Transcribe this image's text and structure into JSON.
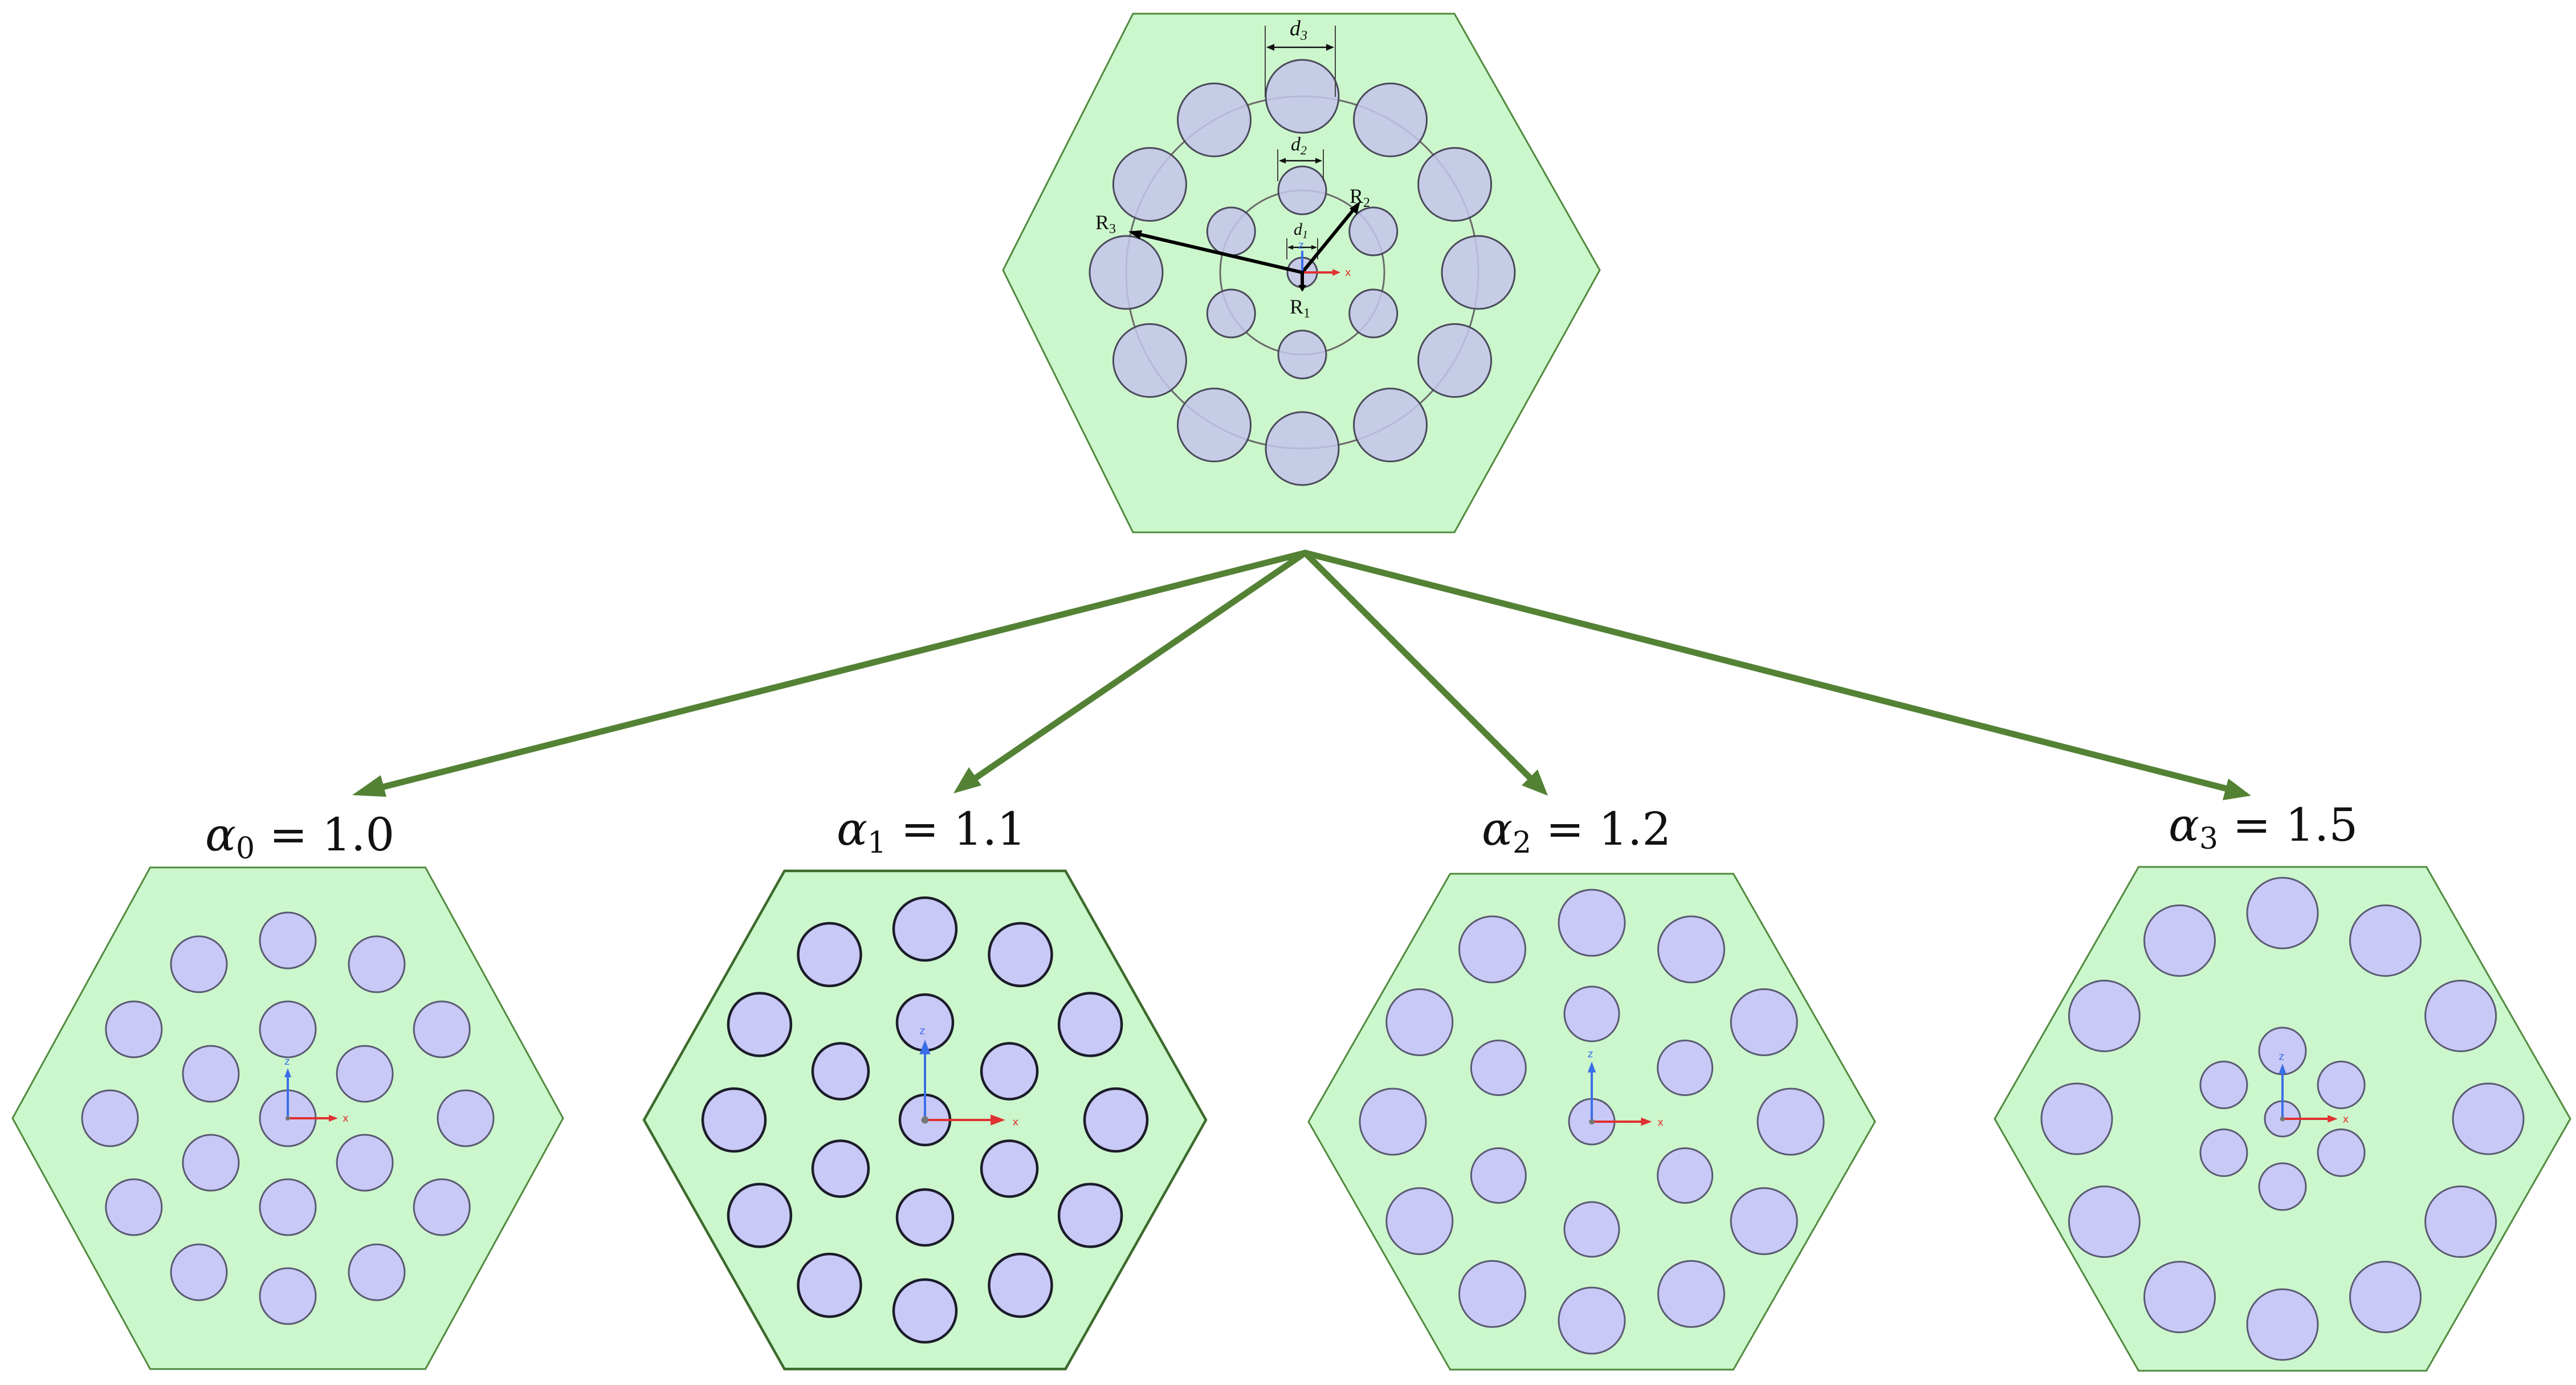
{
  "top_labels": {
    "d1": "d",
    "d1_sub": "1",
    "d2": "d",
    "d2_sub": "2",
    "d3": "d",
    "d3_sub": "3",
    "r1": "R",
    "r1_sub": "1",
    "r2": "R",
    "r2_sub": "2",
    "r3": "R",
    "r3_sub": "3",
    "axis_x": "x",
    "axis_z": "z"
  },
  "variants": [
    {
      "symbol": "α",
      "sub": "0",
      "rest": " = 1.0",
      "value": 1.0
    },
    {
      "symbol": "α",
      "sub": "1",
      "rest": " = 1.1",
      "value": 1.1
    },
    {
      "symbol": "α",
      "sub": "2",
      "rest": " = 1.2",
      "value": 1.2
    },
    {
      "symbol": "α",
      "sub": "3",
      "rest": " = 1.5",
      "value": 1.5
    }
  ],
  "axis_labels": {
    "x": "x",
    "z": "z"
  },
  "colors": {
    "hex_fill": "#ccf7cc",
    "hex_stroke": "#4f8a3c",
    "pin_fill": "#c9c9f7",
    "arrow": "#548235",
    "axis_x": "#e03030",
    "axis_z": "#3a6ee8"
  }
}
